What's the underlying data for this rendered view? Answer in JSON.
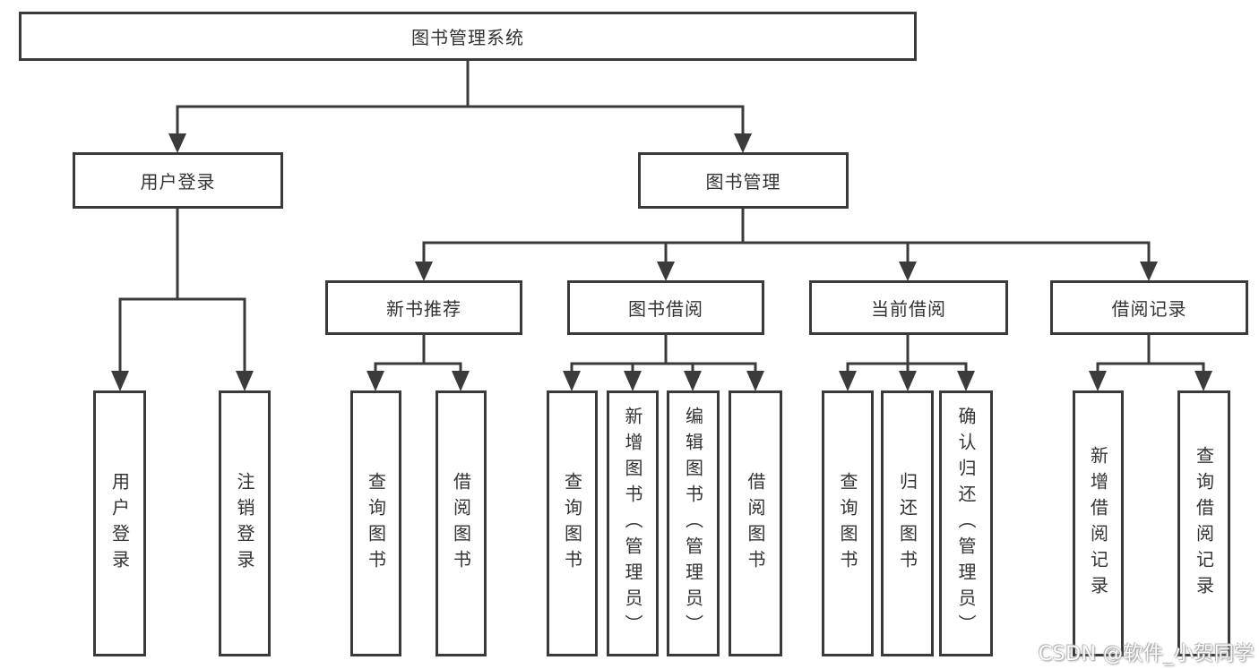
{
  "tree": {
    "label": "图书管理系统",
    "children": [
      {
        "label": "用户登录",
        "children": [
          {
            "label": "用户登录"
          },
          {
            "label": "注销登录"
          }
        ]
      },
      {
        "label": "图书管理",
        "children": [
          {
            "label": "新书推荐",
            "children": [
              {
                "label": "查询图书"
              },
              {
                "label": "借阅图书"
              }
            ]
          },
          {
            "label": "图书借阅",
            "children": [
              {
                "label": "查询图书"
              },
              {
                "label": "新增图书（管理员）"
              },
              {
                "label": "编辑图书（管理员）"
              },
              {
                "label": "借阅图书"
              }
            ]
          },
          {
            "label": "当前借阅",
            "children": [
              {
                "label": "查询图书"
              },
              {
                "label": "归还图书"
              },
              {
                "label": "确认归还（管理员）"
              }
            ]
          },
          {
            "label": "借阅记录",
            "children": [
              {
                "label": "新增借阅记录"
              },
              {
                "label": "查询借阅记录"
              }
            ]
          }
        ]
      }
    ]
  },
  "watermark": {
    "text": "CSDN @软件_小贺同学"
  },
  "colors": {
    "line": "#3b3b3b",
    "box_border": "#3a3a3a",
    "text": "#333333",
    "background": "#ffffff",
    "watermark_text": "#ffffff"
  }
}
